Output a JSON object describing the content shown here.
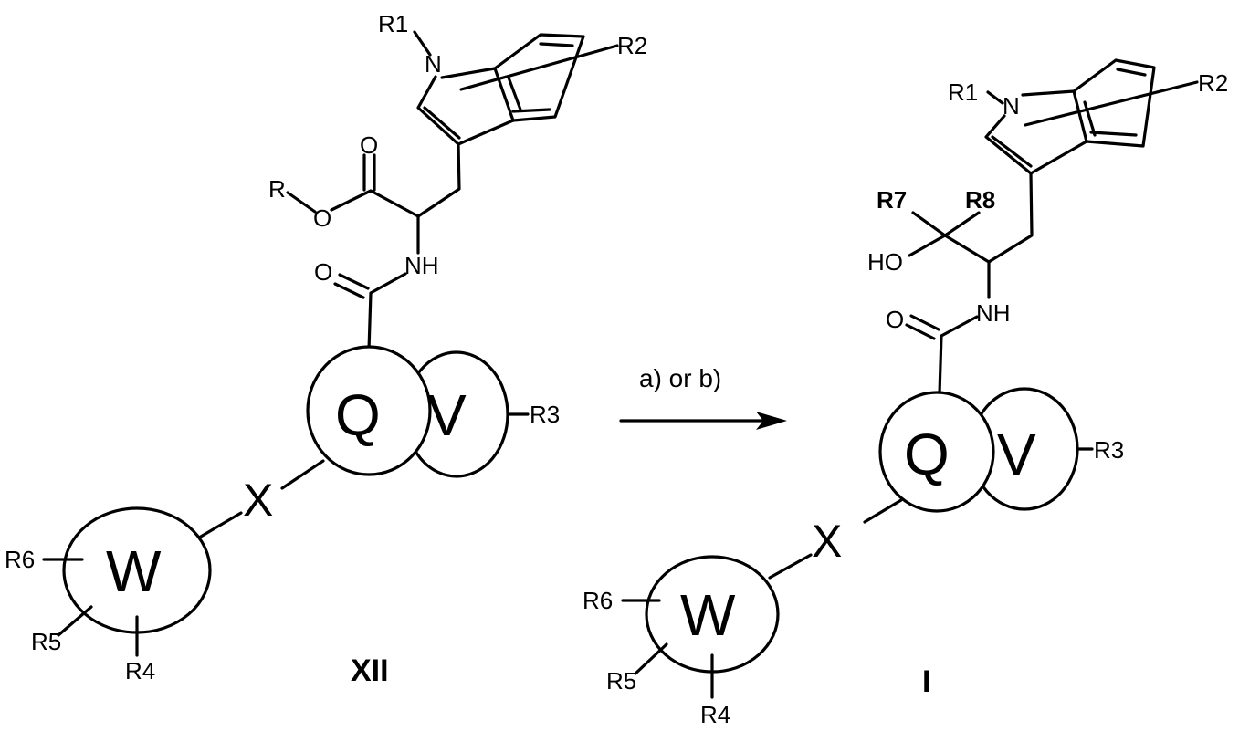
{
  "reaction": {
    "conditions": "a) or b)",
    "arrow_color": "#000000"
  },
  "reactant": {
    "name": "XII",
    "labels": {
      "r1": "R1",
      "n": "N",
      "r2": "R2",
      "r": "R",
      "o_ester": "O",
      "o_carbonyl": "O",
      "nh": "NH",
      "o_amide": "O",
      "q": "Q",
      "v": "V",
      "r3": "R3",
      "x": "X",
      "w": "W",
      "r4": "R4",
      "r5": "R5",
      "r6": "R6"
    }
  },
  "product": {
    "name": "I",
    "labels": {
      "r1": "R1",
      "n": "N",
      "r2": "R2",
      "r7": "R7",
      "r8": "R8",
      "ho": "HO",
      "nh": "NH",
      "o_amide": "O",
      "q": "Q",
      "v": "V",
      "r3": "R3",
      "x": "X",
      "w": "W",
      "r4": "R4",
      "r5": "R5",
      "r6": "R6"
    }
  }
}
